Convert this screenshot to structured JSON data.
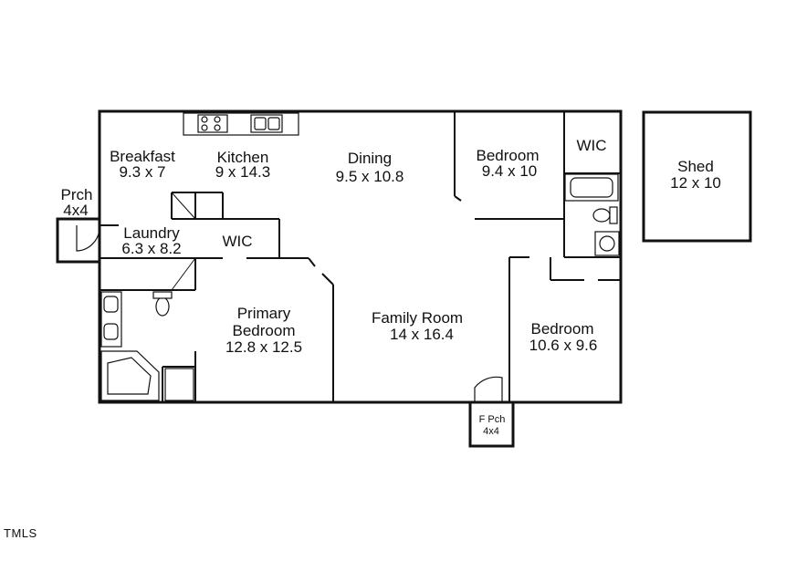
{
  "rooms": {
    "breakfast": {
      "name": "Breakfast",
      "size": "9.3 x 7"
    },
    "kitchen": {
      "name": "Kitchen",
      "size": "9 x 14.3"
    },
    "dining": {
      "name": "Dining",
      "size": "9.5 x 10.8"
    },
    "bedroom_top": {
      "name": "Bedroom",
      "size": "9.4 x 10"
    },
    "wic_top": {
      "name": "WIC"
    },
    "shed": {
      "name": "Shed",
      "size": "12 x 10"
    },
    "porch": {
      "name": "Prch",
      "size": "4x4"
    },
    "laundry": {
      "name": "Laundry",
      "size": "6.3 x 8.2"
    },
    "wic_primary": {
      "name": "WIC"
    },
    "primary_bedroom": {
      "name_line1": "Primary",
      "name_line2": "Bedroom",
      "size": "12.8 x 12.5"
    },
    "family_room": {
      "name": "Family Room",
      "size": "14 x 16.4"
    },
    "bedroom_right": {
      "name": "Bedroom",
      "size": "10.6 x 9.6"
    },
    "front_porch": {
      "name": "F Pch",
      "size": "4x4"
    }
  },
  "watermark": "TMLS"
}
